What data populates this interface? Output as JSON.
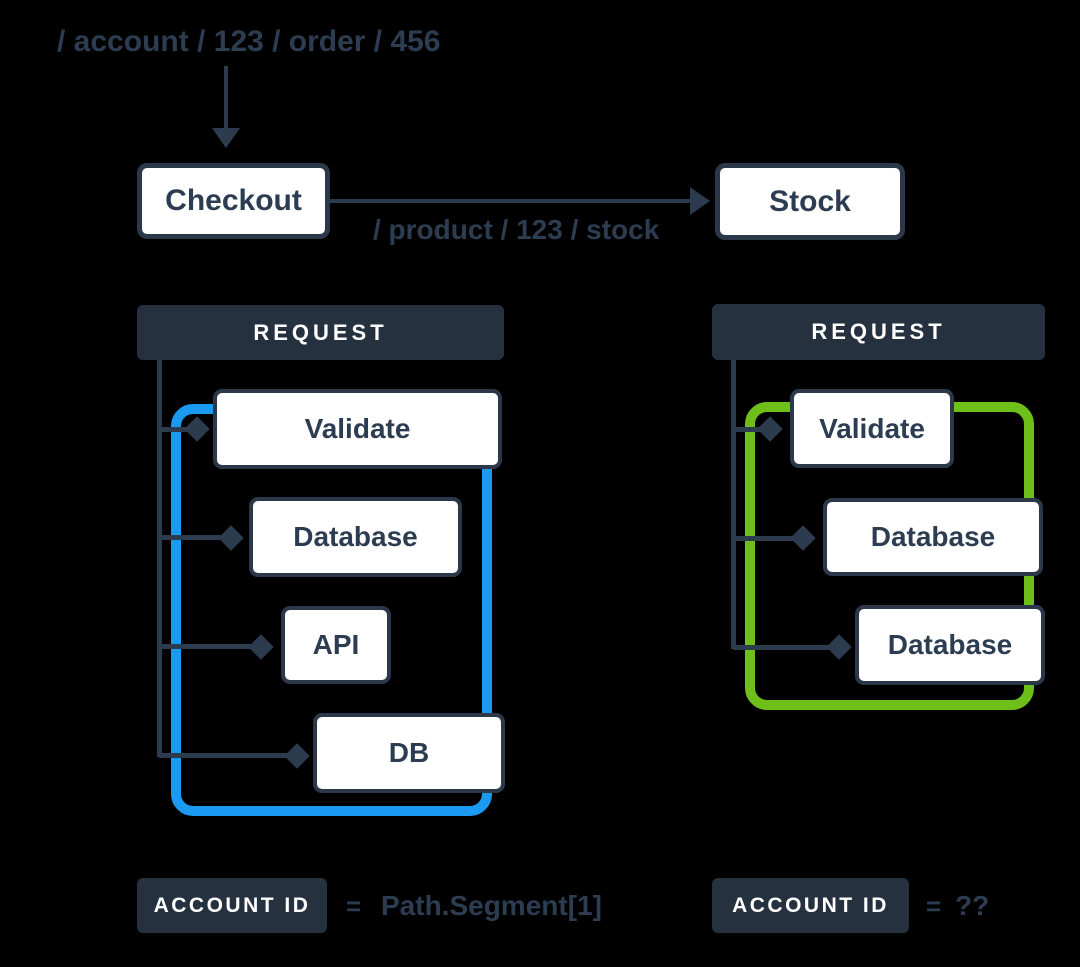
{
  "colors": {
    "background": "#000000",
    "navy_fill": "#263140",
    "navy_line": "#2D3B4F",
    "text_navy": "#2D3D51",
    "box_border": "#2A3849",
    "white": "#FFFFFF",
    "blue_highlight": "#1B9AF2",
    "green_highlight": "#6FBF1B"
  },
  "flow": {
    "incoming_path": "/ account / 123 / order / 456",
    "checkout_label": "Checkout",
    "outgoing_path": "/ product / 123 / stock",
    "stock_label": "Stock"
  },
  "left_trace": {
    "header": "REQUEST",
    "highlight_color": "#1B9AF2",
    "spans": [
      {
        "label": "Validate"
      },
      {
        "label": "Database"
      },
      {
        "label": "API"
      },
      {
        "label": "DB"
      }
    ]
  },
  "right_trace": {
    "header": "REQUEST",
    "highlight_color": "#6FBF1B",
    "spans": [
      {
        "label": "Validate"
      },
      {
        "label": "Database"
      },
      {
        "label": "Database"
      }
    ]
  },
  "footer_left": {
    "badge": "ACCOUNT ID",
    "equals": "=",
    "value": "Path.Segment[1]"
  },
  "footer_right": {
    "badge": "ACCOUNT ID",
    "equals": "=",
    "value": "??"
  }
}
